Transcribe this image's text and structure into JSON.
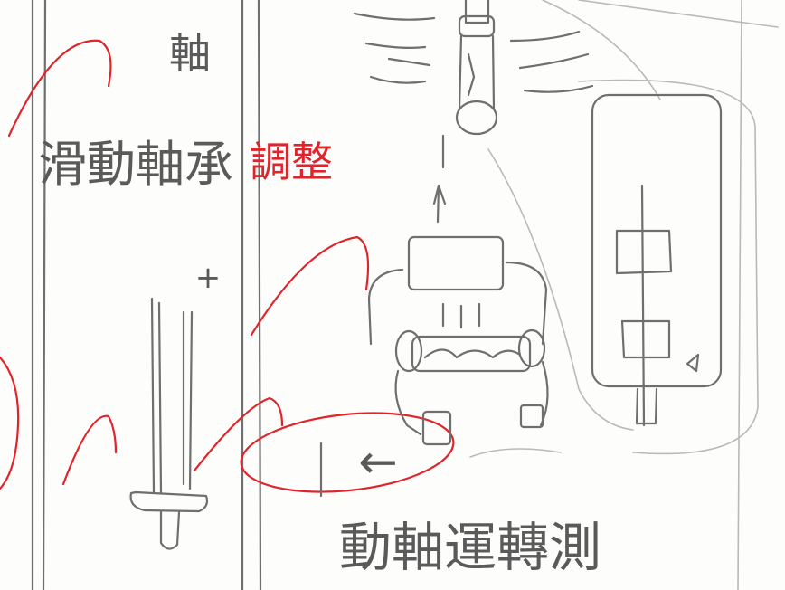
{
  "vertical_text": "滑動軸承",
  "vertical_text_top": "軸",
  "red_annotation": "調整",
  "bottom_text": "動軸運轉測",
  "plus_mark": "+",
  "arrow_mark": "←",
  "colors": {
    "pencil": "#6f6f6f",
    "red_ink": "#e0242b",
    "paper": "#fdfdfb"
  }
}
